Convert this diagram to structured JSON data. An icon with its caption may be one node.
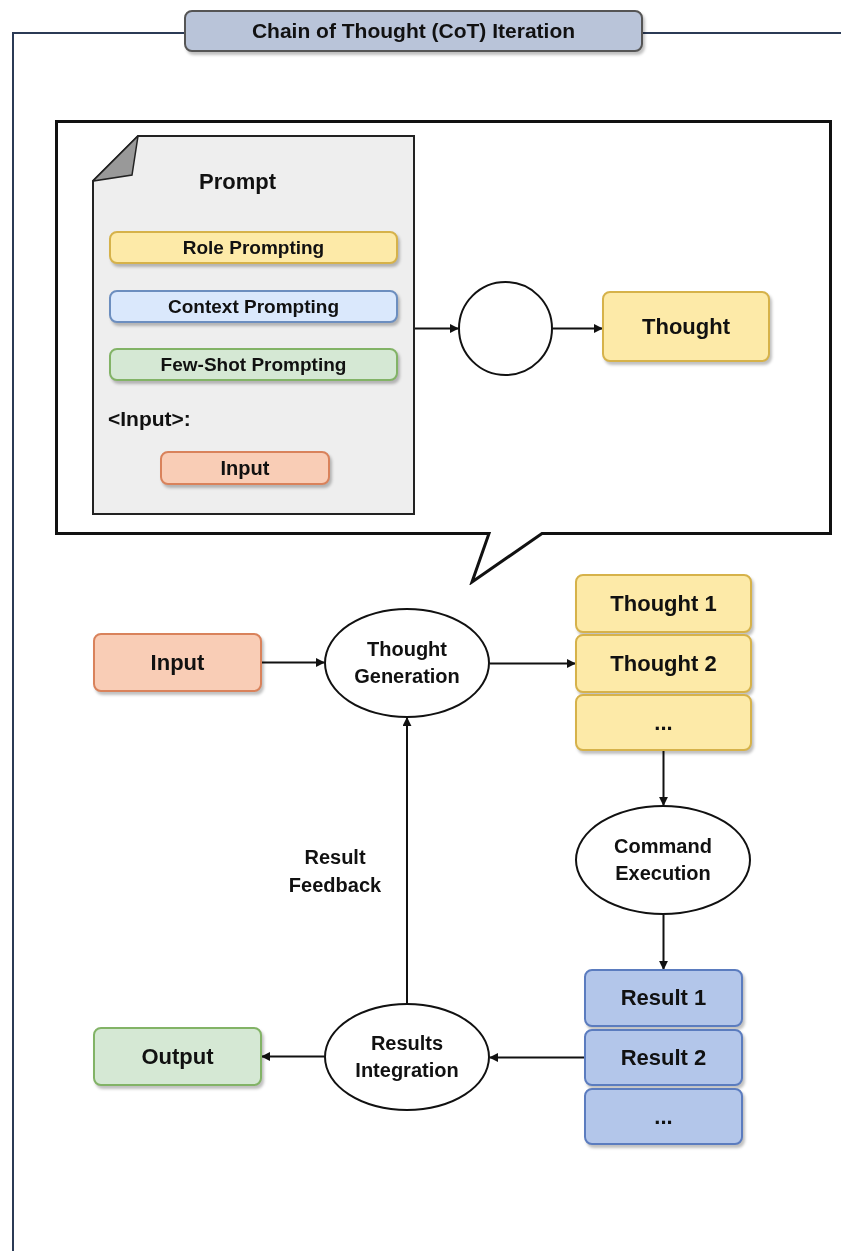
{
  "diagram": {
    "nodes": [
      {
        "text": [
          "Chain of Thought (CoT) Iteration"
        ]
      },
      {
        "text": [],
        "shape": "callout",
        "in": 0
      },
      {
        "text": [
          "Prompt",
          "<Input>:"
        ],
        "in": 1
      },
      {
        "text": [
          "Role Prompting"
        ],
        "in": 2
      },
      {
        "text": [
          "Context Prompting"
        ],
        "in": 2
      },
      {
        "text": [
          "Few-Shot Prompting"
        ],
        "in": 2
      },
      {
        "text": [
          "Input"
        ],
        "in": 2
      },
      {
        "text": [],
        "shape": "circle",
        "in": 1
      },
      {
        "text": [
          "Thought"
        ],
        "in": 1
      },
      {
        "text": [
          "Input"
        ],
        "in": 0
      },
      {
        "text": [
          "Thought Generation"
        ],
        "in": 0
      },
      {
        "text": [
          "Thought 1"
        ],
        "in": 0
      },
      {
        "text": [
          "Thought 2"
        ],
        "in": 0
      },
      {
        "text": [
          "..."
        ],
        "in": 0
      },
      {
        "text": [
          "Command Execution"
        ],
        "in": 0
      },
      {
        "text": [
          "Result 1"
        ],
        "in": 0
      },
      {
        "text": [
          "Result 2"
        ],
        "in": 0
      },
      {
        "text": [
          "..."
        ],
        "in": 0
      },
      {
        "text": [
          "Results Integration"
        ],
        "in": 0
      },
      {
        "text": [
          "Output"
        ],
        "in": 0
      }
    ],
    "edges": [
      {
        "from": 2,
        "to": 7,
        "arrow": "to"
      },
      {
        "from": 7,
        "to": 8,
        "arrow": "to"
      },
      {
        "from": 9,
        "to": 10,
        "arrow": "to"
      },
      {
        "from": 10,
        "to": 12,
        "arrow": "to"
      },
      {
        "from": 13,
        "to": 14,
        "arrow": "to"
      },
      {
        "from": 14,
        "to": 15,
        "arrow": "to"
      },
      {
        "from": 16,
        "to": 18,
        "arrow": "to"
      },
      {
        "from": 18,
        "to": 19,
        "arrow": "to"
      },
      {
        "from": 18,
        "to": 10,
        "arrow": "to",
        "label": "Result Feedback"
      }
    ]
  }
}
